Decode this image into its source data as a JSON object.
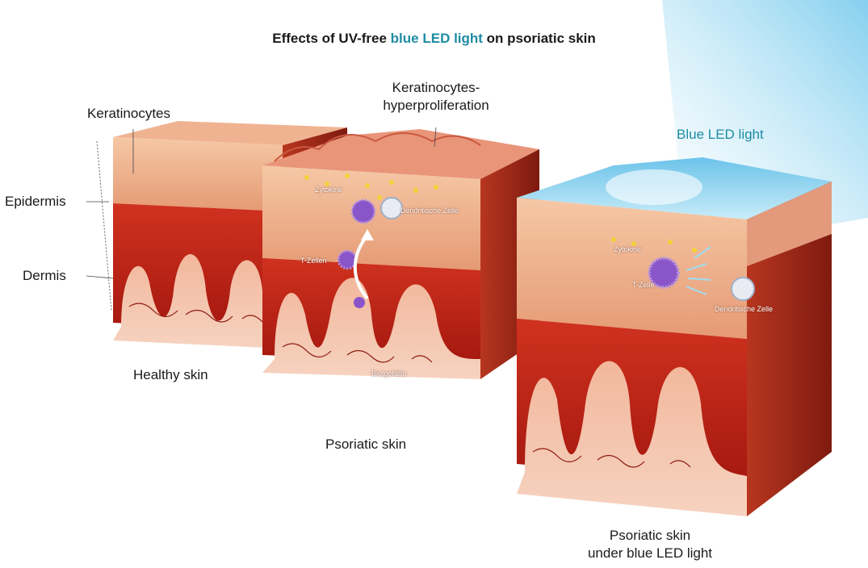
{
  "title": {
    "prefix": "Effects of UV-free ",
    "highlight": "blue LED light",
    "suffix": " on psoriatic skin"
  },
  "labels": {
    "keratinocytes": "Keratinocytes",
    "hyperproliferation_line1": "Keratinocytes-",
    "hyperproliferation_line2": "hyperproliferation",
    "blue_led_light": "Blue LED light",
    "epidermis": "Epidermis",
    "dermis": "Dermis",
    "healthy_skin": "Healthy skin",
    "psoriatic_skin": "Psoriatic skin",
    "psoriatic_blue_line1": "Psoriatic skin",
    "psoriatic_blue_line2": "under blue LED light"
  },
  "inner_labels": {
    "zytokine_1": "Zytokine",
    "dendritische_zelle_1": "Dendritische Zelle",
    "t_zellen": "T-Zellen",
    "blutgefaesse": "Blutgefäße",
    "zytokine_2": "Zytokine",
    "t_zelle": "T-Zelle",
    "dendritische_zelle_2": "Dendritische Zelle"
  },
  "colors": {
    "title_highlight": "#1f8ca3",
    "epidermis": "#f0b48e",
    "dermis": "#c9281b",
    "light_beam": "#8fd4ef",
    "t_cell": "#8a55c9"
  }
}
